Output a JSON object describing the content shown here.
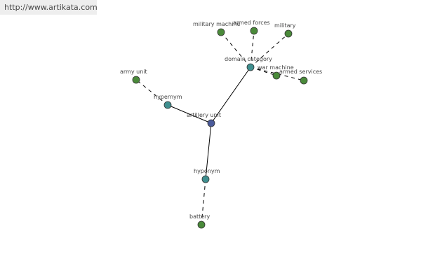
{
  "header": {
    "url": "http://www.artikata.com"
  },
  "colors": {
    "center": "#4a5a9a",
    "relation": "#3f8f8f",
    "leaf": "#4a8a3a",
    "node_stroke": "#333333",
    "edge": "#000000"
  },
  "graph": {
    "nodes": [
      {
        "id": "artillery_unit",
        "label": "artillery unit",
        "kind": "center"
      },
      {
        "id": "hypernym",
        "label": "hypernym",
        "kind": "relation"
      },
      {
        "id": "hyponym",
        "label": "hyponym",
        "kind": "relation"
      },
      {
        "id": "domain_category",
        "label": "domain category",
        "kind": "relation"
      },
      {
        "id": "army_unit",
        "label": "army unit",
        "kind": "leaf"
      },
      {
        "id": "battery",
        "label": "battery",
        "kind": "leaf"
      },
      {
        "id": "military_machine",
        "label": "military machine",
        "kind": "leaf"
      },
      {
        "id": "armed_forces",
        "label": "armed forces",
        "kind": "leaf"
      },
      {
        "id": "military",
        "label": "military",
        "kind": "leaf"
      },
      {
        "id": "war_machine",
        "label": "war machine",
        "kind": "leaf"
      },
      {
        "id": "armed_services",
        "label": "armed services",
        "kind": "leaf"
      }
    ],
    "edges": [
      {
        "from": "artillery_unit",
        "to": "hypernym",
        "style": "solid"
      },
      {
        "from": "artillery_unit",
        "to": "hyponym",
        "style": "solid"
      },
      {
        "from": "artillery_unit",
        "to": "domain_category",
        "style": "solid"
      },
      {
        "from": "hypernym",
        "to": "army_unit",
        "style": "dashed"
      },
      {
        "from": "hyponym",
        "to": "battery",
        "style": "dashed"
      },
      {
        "from": "domain_category",
        "to": "military_machine",
        "style": "dashed"
      },
      {
        "from": "domain_category",
        "to": "armed_forces",
        "style": "dashed"
      },
      {
        "from": "domain_category",
        "to": "military",
        "style": "dashed"
      },
      {
        "from": "domain_category",
        "to": "war_machine",
        "style": "dashed"
      },
      {
        "from": "domain_category",
        "to": "armed_services",
        "style": "dashed"
      }
    ]
  }
}
